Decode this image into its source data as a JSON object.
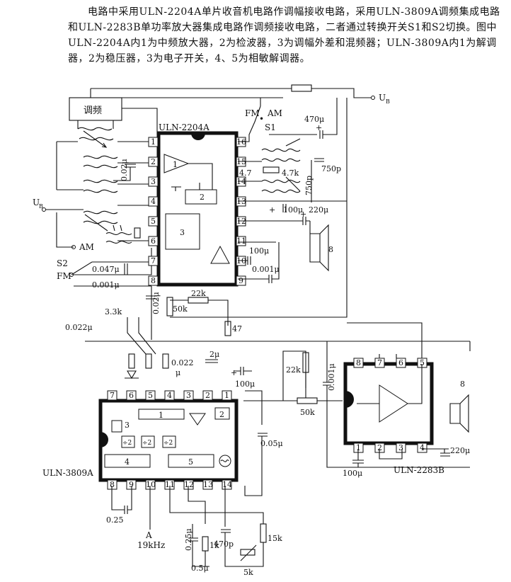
{
  "description": "电路中采用ULN-2204A单片收音机电路作调幅接收电路，采用ULN-3809A调频集成电路和ULN-2283B单功率放大器集成电路作调频接收电路，二者通过转换开关S1和S2切换。图中ULN-2204A内1为中频放大器，2为检波器，3为调幅外差和混频器；ULN-3809A内1为解调器，2为稳压器，3为电子开关，4、5为相敏解调器。",
  "chips": {
    "u1": {
      "name": "ULN-2204A",
      "pins_left": [
        "1",
        "2",
        "3",
        "4",
        "5",
        "6",
        "7",
        "8"
      ],
      "pins_right": [
        "16",
        "15",
        "14",
        "13",
        "12",
        "11",
        "10",
        "9"
      ]
    },
    "u2": {
      "name": "ULN-3809A",
      "pins_top": [
        "7",
        "6",
        "5",
        "4",
        "3",
        "2",
        "1"
      ],
      "pins_bottom": [
        "8",
        "9",
        "10",
        "11",
        "12",
        "13",
        "14"
      ]
    },
    "u3": {
      "name": "ULN-2283B",
      "pins_top": [
        "8",
        "7",
        "6",
        "5"
      ],
      "pins_bottom": [
        "1",
        "2",
        "3",
        "4"
      ]
    }
  },
  "blocks": {
    "fm_tuner": "调频",
    "u1_amp": "1",
    "u1_det": "2",
    "u1_mix": "3",
    "u2_b1": "1",
    "u2_b2": "2",
    "u2_b3": "3",
    "u2_b4": "4",
    "u2_b5": "5",
    "div": "÷2"
  },
  "supply": {
    "ub_top": "U",
    "ub_sub": "B",
    "ub_left": "U",
    "ub_left_sub": "B"
  },
  "switches": {
    "fm": "FM",
    "am": "AM",
    "s1": "S1",
    "s2": "S2",
    "am2": "AM",
    "fm2": "FM",
    "dot": "•"
  },
  "components": {
    "c_470u": "470μ",
    "c_002u_v": "0.02μ",
    "r_47": "4.7",
    "r_47k": "4.7k",
    "c_750p_a": "750p",
    "c_750p_b": "750p",
    "c_100u_a": "100μ",
    "c_220u_a": "220μ",
    "c_100u_b": "100μ",
    "c_0001u_a": "0.001μ",
    "c_0047u": "0.047μ",
    "c_0001u_b": "0.001μ",
    "r_22k_a": "22k",
    "r_50k_a": "50k",
    "c_002u_b": "0.02μ",
    "r_33k": "3.3k",
    "c_0022u_a": "0.022μ",
    "r_47b": "47",
    "c_2u": "2μ",
    "c_0022u_b": "0.022",
    "c_mu": "μ",
    "c_100u_c": "100μ",
    "r_22k_b": "22k",
    "c_0001u_c": "0.001μ",
    "r_50k_b": "50k",
    "c_005u": "0.05μ",
    "c_025": "0.25",
    "pin_a": "A",
    "freq": "19kHz",
    "c_025u": "0.25μ",
    "r_1k": "1k",
    "c_05u": "0.5μ",
    "c_470p": "470p",
    "r_15k": "15k",
    "r_5k": "5k",
    "c_100u_d": "100μ",
    "c_220u_b": "220μ",
    "spk1": "8",
    "spk2": "8",
    "plus": "+"
  }
}
